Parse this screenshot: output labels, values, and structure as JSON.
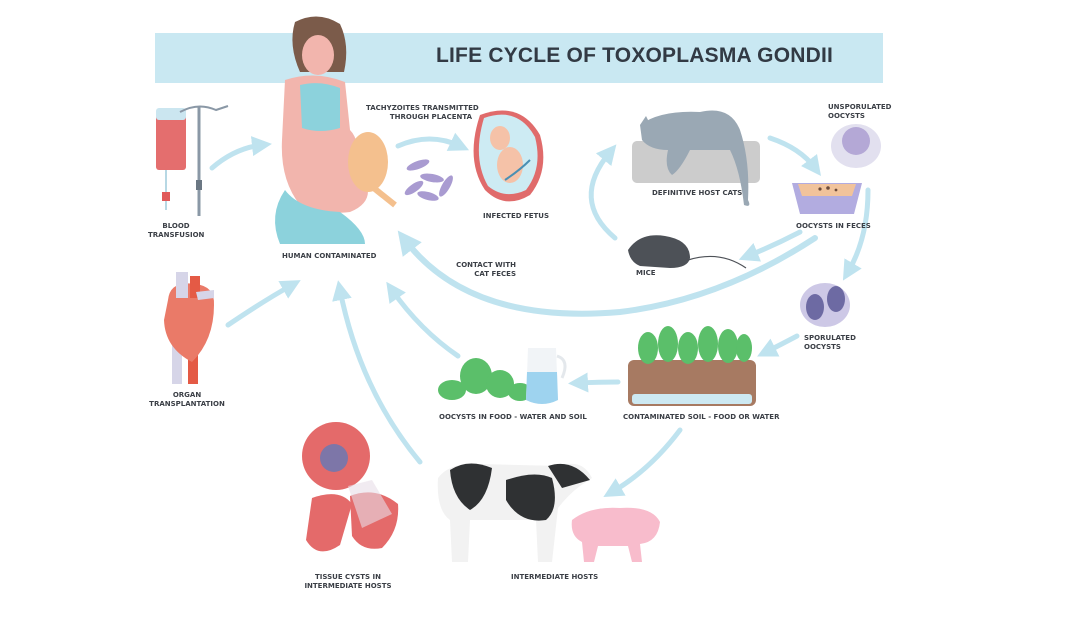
{
  "title": "LIFE CYCLE OF TOXOPLASMA GONDII",
  "colors": {
    "title_band": "#c9e8f2",
    "arrow": "#bfe3ef",
    "text": "#3b3f46"
  },
  "stages": {
    "blood_transfusion": {
      "line1": "BLOOD",
      "line2": "TRANSFUSION",
      "icon": "iv-blood-bag-icon"
    },
    "human_contaminated": {
      "label": "HUMAN CONTAMINATED",
      "icon": "pregnant-woman-with-cat-icon"
    },
    "tachyzoites": {
      "line1": "TACHYZOITES TRANSMITTED",
      "line2": "THROUGH PLACENTA",
      "icon": "tachyzoites-icon"
    },
    "infected_fetus": {
      "label": "INFECTED FETUS",
      "icon": "fetus-icon"
    },
    "definitive_host": {
      "label": "DEFINITIVE HOST CATS",
      "icon": "cat-icon"
    },
    "unsporulated_oocysts": {
      "line1": "UNSPORULATED",
      "line2": "OOCYSTS",
      "icon": "unsporulated-oocyst-icon"
    },
    "oocysts_in_feces": {
      "label": "OOCYSTS IN FECES",
      "icon": "litter-box-icon"
    },
    "mice": {
      "label": "MICE",
      "icon": "mouse-icon"
    },
    "contact_cat_feces": {
      "line1": "CONTACT WITH",
      "line2": "CAT FECES"
    },
    "sporulated_oocysts": {
      "line1": "SPORULATED",
      "line2": "OOCYSTS",
      "icon": "sporulated-oocyst-icon"
    },
    "organ_transplantation": {
      "line1": "ORGAN",
      "line2": "TRANSPLANTATION",
      "icon": "heart-icon"
    },
    "contaminated_soil": {
      "label": "CONTAMINATED SOIL - FOOD OR WATER",
      "icon": "soil-vegetables-icon"
    },
    "oocysts_in_food": {
      "label": "OOCYSTS IN FOOD - WATER AND SOIL",
      "icon": "vegetables-water-jug-icon"
    },
    "tissue_cysts": {
      "line1": "TISSUE CYSTS IN",
      "line2": "INTERMEDIATE HOSTS",
      "icon": "meat-tissue-cyst-icon"
    },
    "intermediate_hosts": {
      "label": "INTERMEDIATE HOSTS",
      "icon": "cow-pig-icon"
    }
  }
}
